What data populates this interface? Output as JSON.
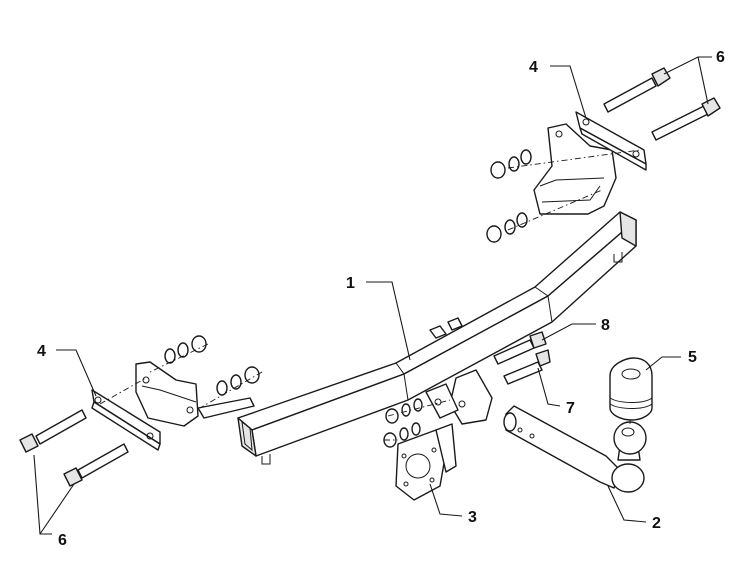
{
  "callouts": [
    {
      "id": "frame",
      "label": "1"
    },
    {
      "id": "tow-ball",
      "label": "2"
    },
    {
      "id": "socket-plate",
      "label": "3"
    },
    {
      "id": "bracket-left",
      "label": "4"
    },
    {
      "id": "bracket-right",
      "label": "4"
    },
    {
      "id": "ball-cover",
      "label": "5"
    },
    {
      "id": "bolts-left",
      "label": "6"
    },
    {
      "id": "bolts-right",
      "label": "6"
    },
    {
      "id": "bolt-7",
      "label": "7"
    },
    {
      "id": "bolt-8",
      "label": "8"
    }
  ]
}
